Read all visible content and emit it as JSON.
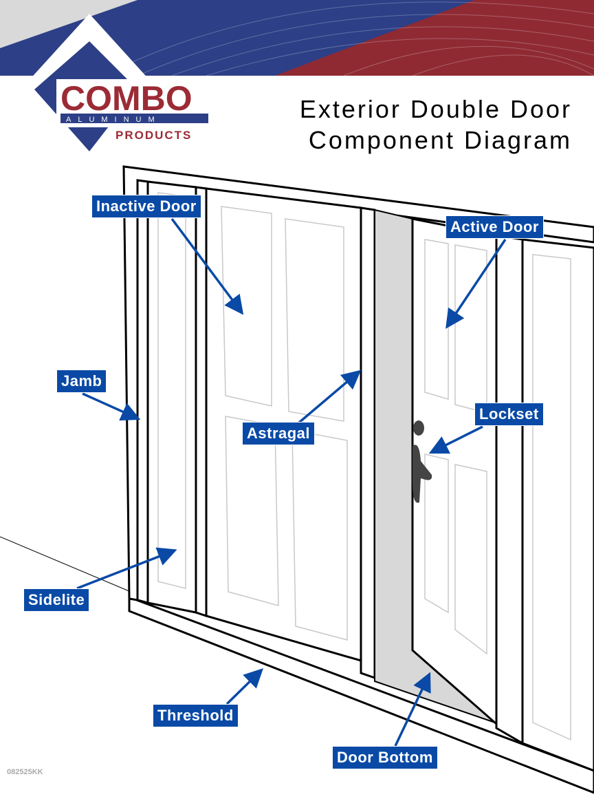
{
  "logo": {
    "word": "COMBO",
    "sub": "ALUMINUM",
    "products": "PRODUCTS"
  },
  "title": {
    "line1": "Exterior Double Door",
    "line2": "Component Diagram"
  },
  "labels": {
    "inactive_door": "Inactive Door",
    "active_door": "Active Door",
    "jamb": "Jamb",
    "lockset": "Lockset",
    "astragal": "Astragal",
    "sidelite": "Sidelite",
    "threshold": "Threshold",
    "door_bottom": "Door Bottom"
  },
  "colors": {
    "label_bg": "#0a4aa6",
    "brand_red": "#9b2b35",
    "brand_blue": "#2d3f86"
  },
  "doc_code": "082525KK"
}
